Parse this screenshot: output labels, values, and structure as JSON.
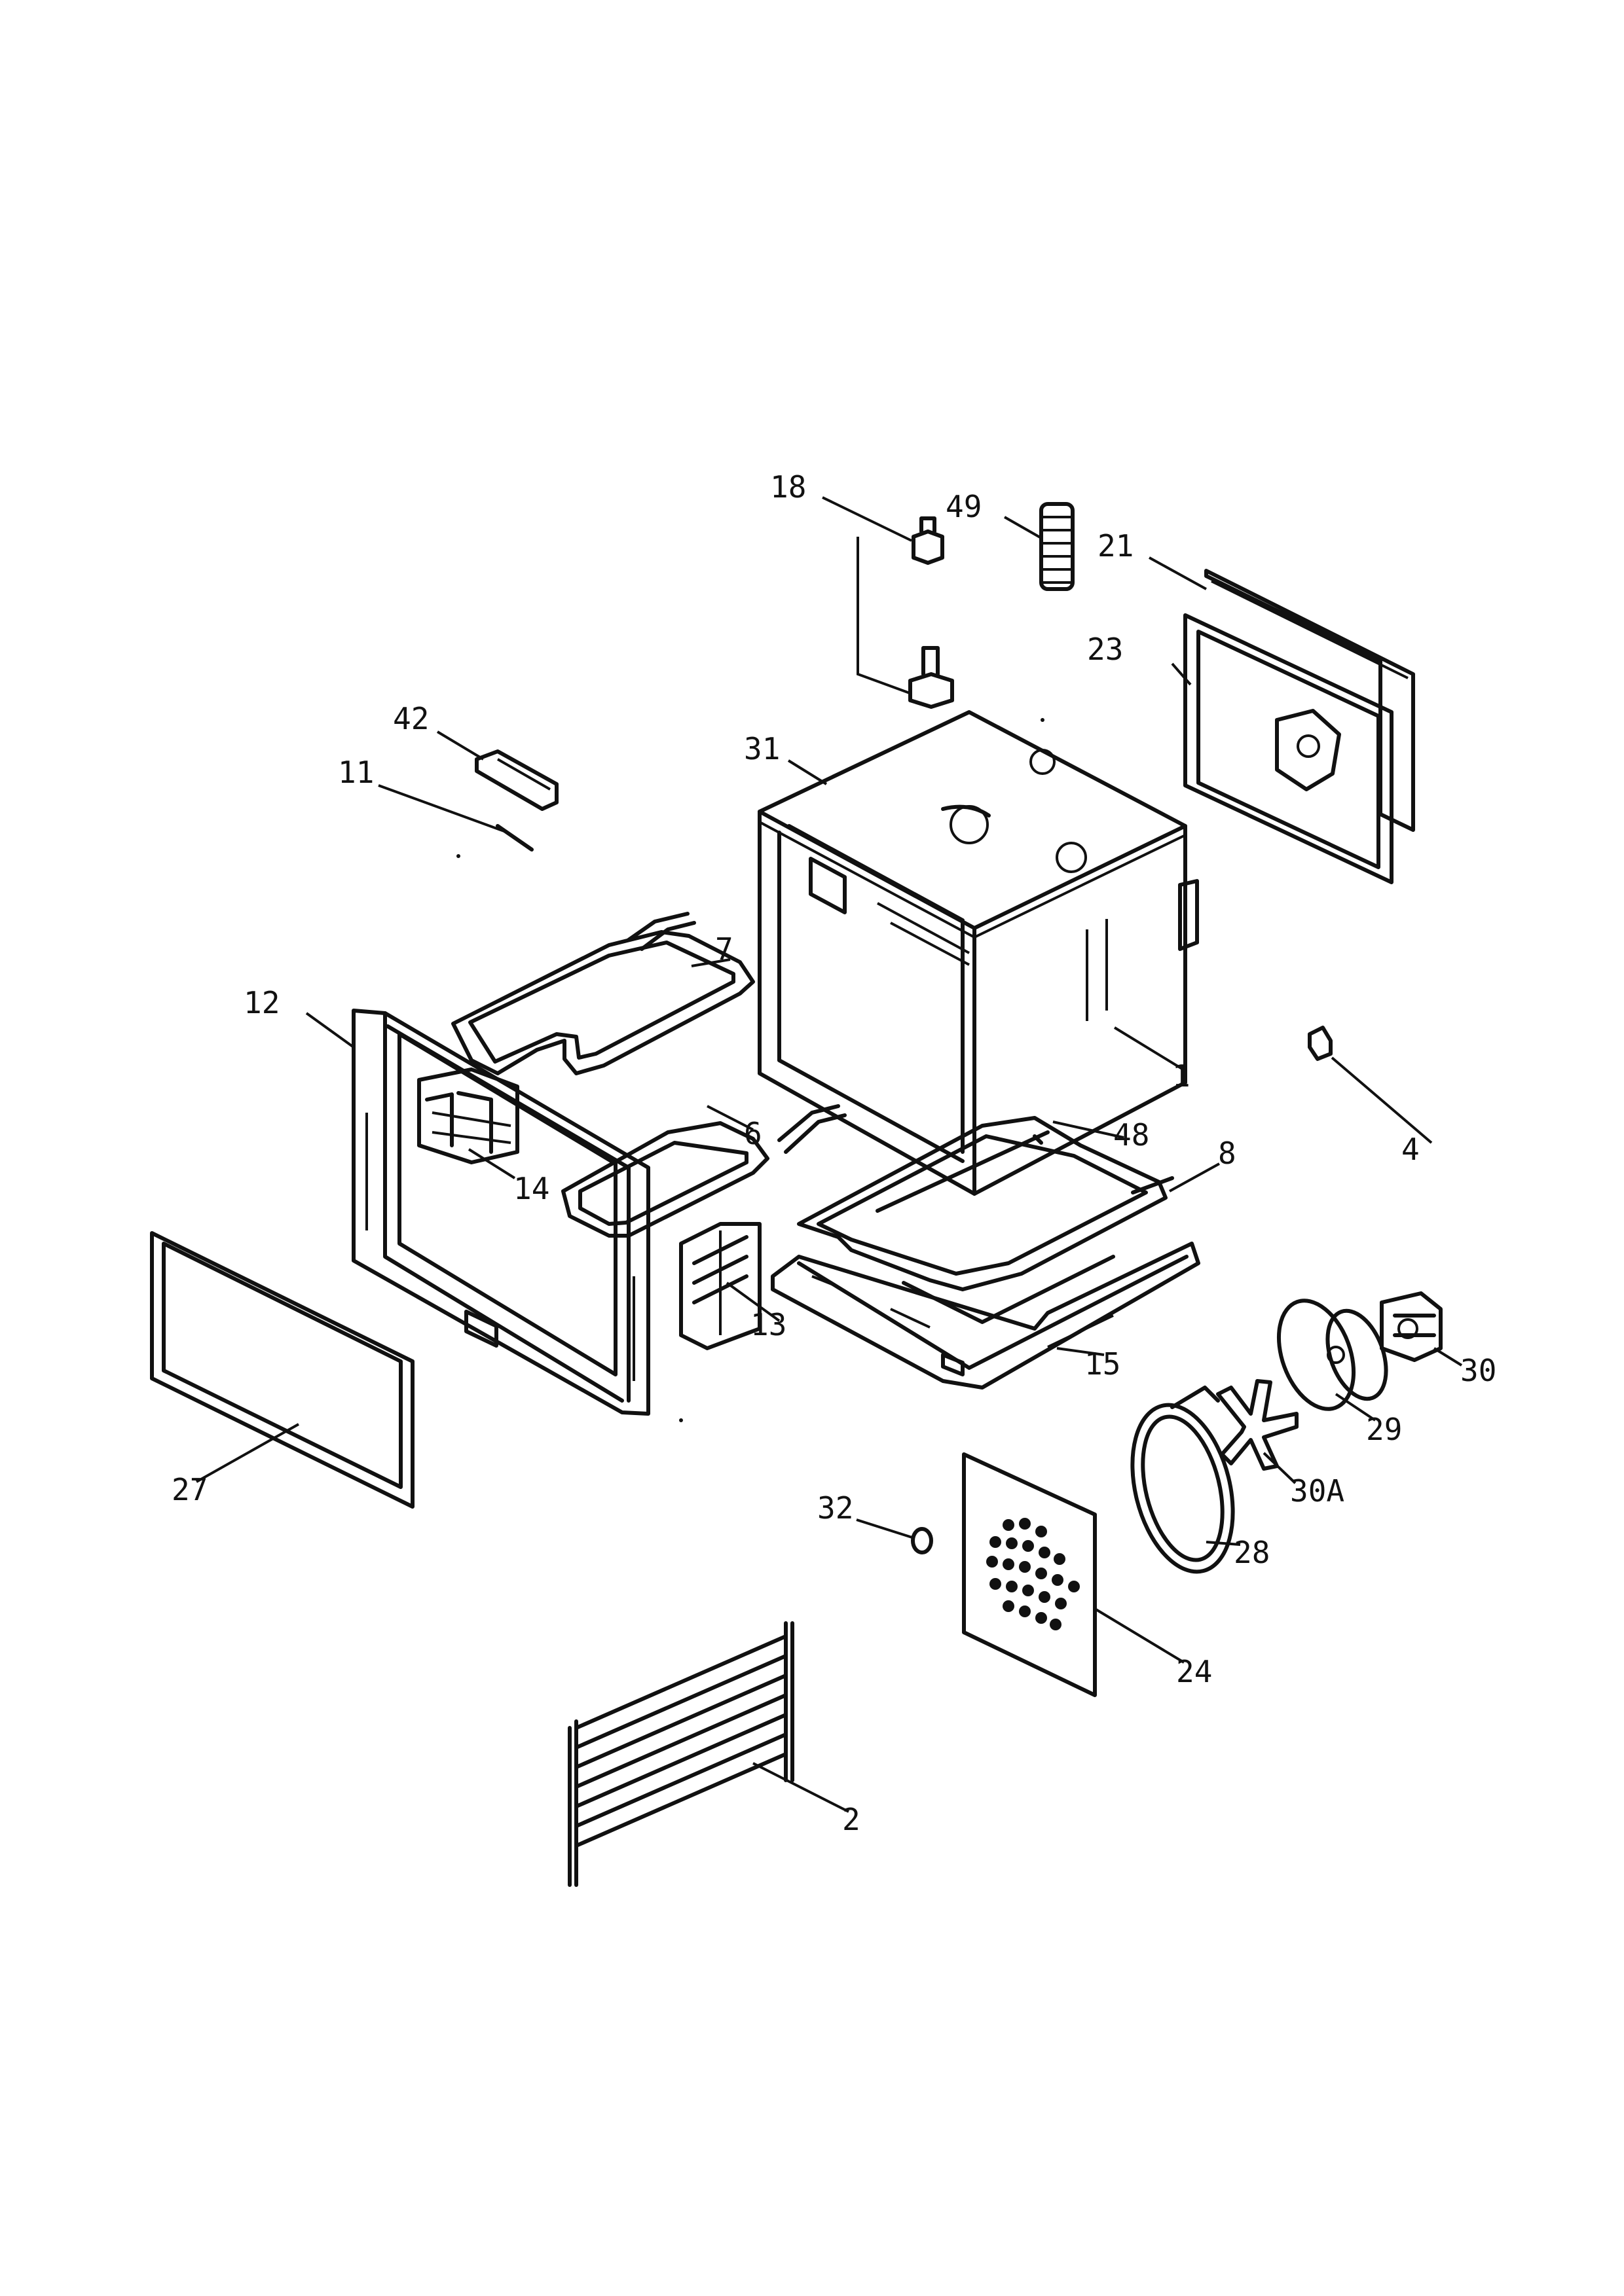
{
  "diagram": {
    "callouts": [
      "18",
      "49",
      "21",
      "23",
      "42",
      "11",
      "31",
      "7",
      "12",
      "1",
      "6",
      "48",
      "14",
      "8",
      "4",
      "13",
      "15",
      "30",
      "29",
      "27",
      "32",
      "30A",
      "28",
      "24",
      "2"
    ]
  },
  "colors": {
    "line": "#111111",
    "background": "#ffffff"
  }
}
